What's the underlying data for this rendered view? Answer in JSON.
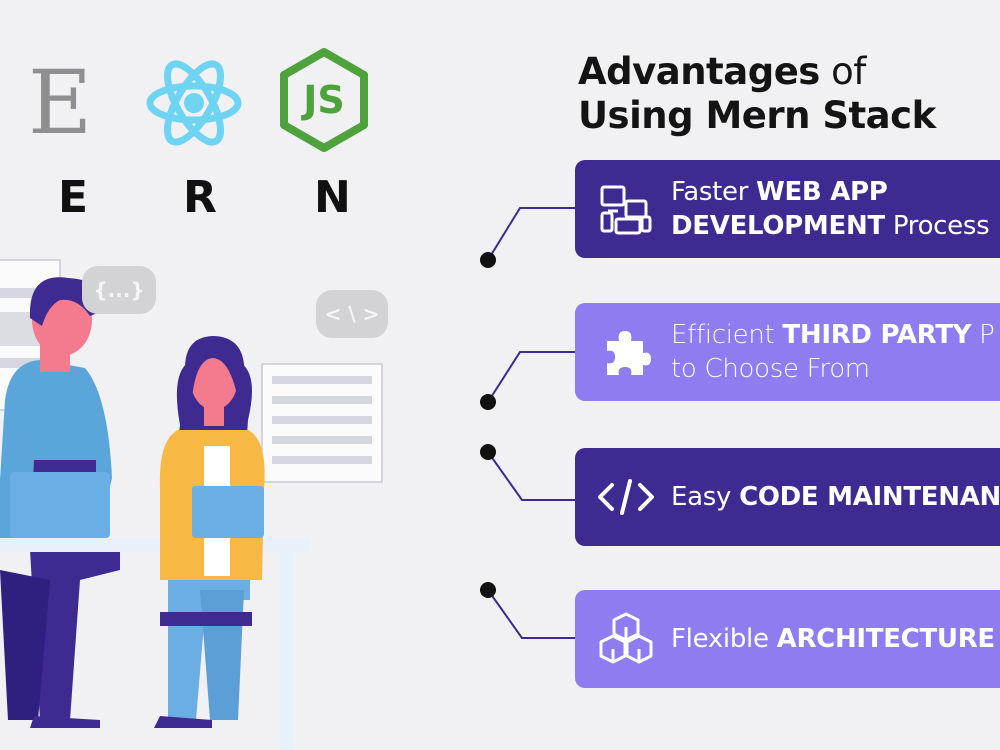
{
  "logos": [
    {
      "glyph": "E",
      "letter": "E",
      "icon": "express-logo-icon"
    },
    {
      "glyph": "",
      "letter": "R",
      "icon": "react-logo-icon"
    },
    {
      "glyph": "JS",
      "letter": "N",
      "icon": "nodejs-logo-icon"
    }
  ],
  "title": {
    "line1_bold": "Advantages",
    "line1_light": " of",
    "line2": "Using Mern Stack"
  },
  "code_bubbles": [
    "{...}",
    "< \\ >"
  ],
  "advantages": [
    {
      "pre": "Faster ",
      "bold1": "WEB APP",
      "line2_bold": "DEVELOPMENT",
      "line2_rest": " Process",
      "icon": "devices-icon",
      "color": "#3e2a90"
    },
    {
      "pre": "Efficient ",
      "bold1": "THIRD PARTY",
      "post1": " P",
      "line2_rest": "to Choose From",
      "icon": "puzzle-piece-icon",
      "color": "#8e7cf0"
    },
    {
      "pre": "Easy ",
      "bold1": "CODE MAINTENAN",
      "icon": "code-brackets-icon",
      "color": "#3e2a90"
    },
    {
      "pre": "Flexible ",
      "bold1": "ARCHITECTURE",
      "icon": "cubes-architecture-icon",
      "color": "#8e7cf0"
    }
  ]
}
